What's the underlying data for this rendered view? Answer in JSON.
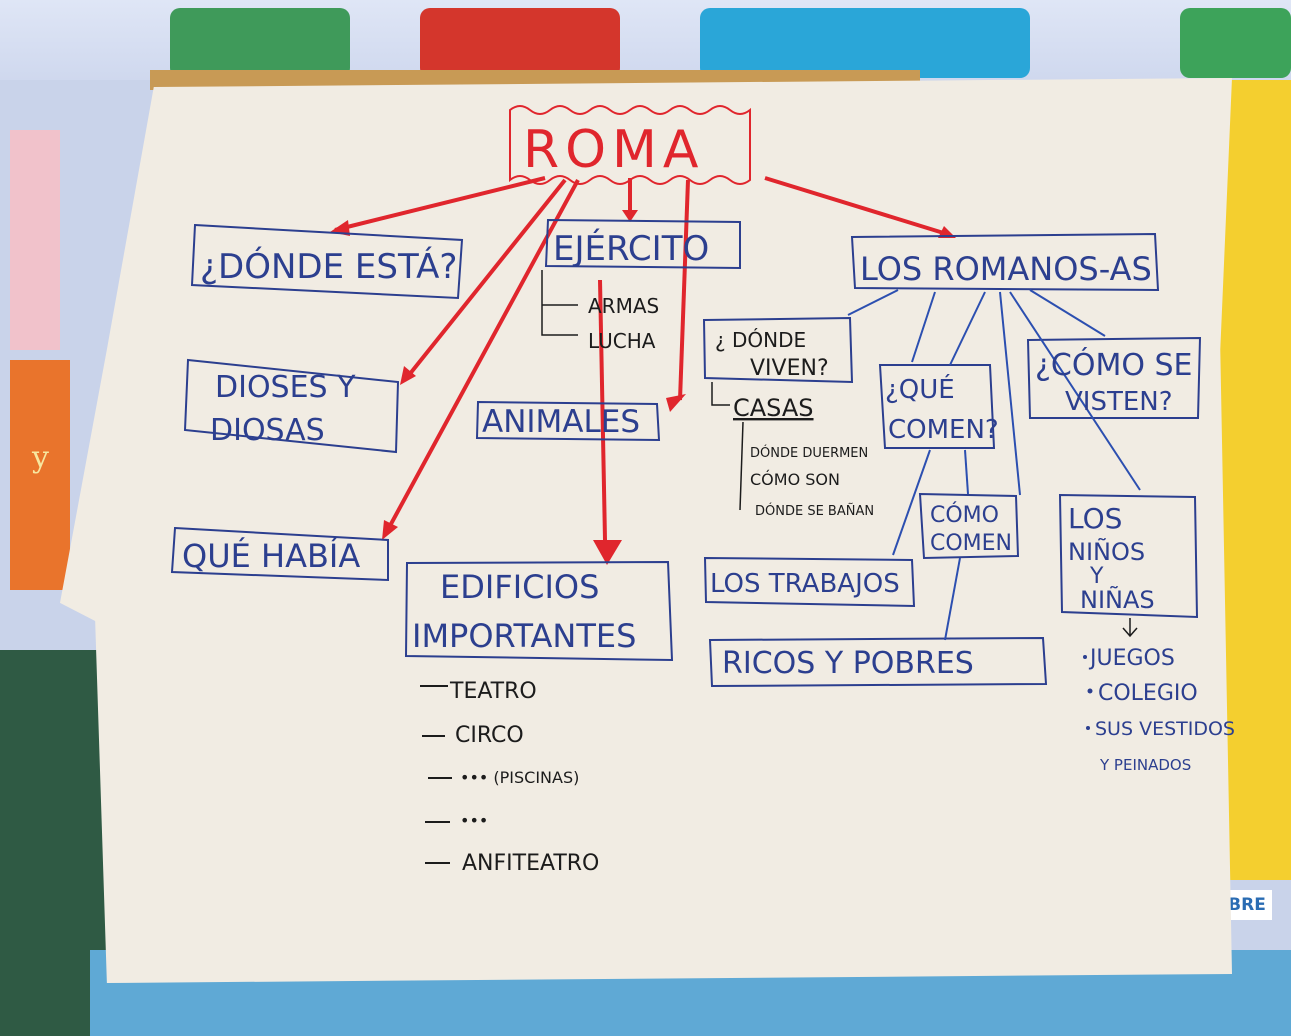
{
  "colors": {
    "paper": "#f1ece3",
    "ink_blue": "#2c3f8f",
    "arrow_red": "#e0262d",
    "ink_black": "#1c1c1c"
  },
  "title": "ROMA",
  "nodes": {
    "donde_esta": "¿DÓNDE ESTÁ?",
    "ejercito": "EJÉRCITO",
    "armas": "ARMAS",
    "lucha": "LUCHA",
    "dioses_line1": "DIOSES Y",
    "dioses_line2": "DIOSAS",
    "animales": "ANIMALES",
    "que_habia": "QUÉ HABÍA",
    "edificios_line1": "EDIFICIOS",
    "edificios_line2": "IMPORTANTES",
    "los_romanos": "LOS ROMANOS-AS",
    "donde_viven_line1": "¿ DÓNDE",
    "donde_viven_line2": "VIVEN?",
    "casas": "CASAS",
    "casas_items": [
      "DÓNDE DUERMEN",
      "CÓMO SON",
      "DÓNDE SE BAÑAN"
    ],
    "que_comen_line1": "¿QUÉ",
    "que_comen_line2": "COMEN?",
    "como_se_visten_line1": "¿CÓMO SE",
    "como_se_visten_line2": "VISTEN?",
    "como_comen_line1": "CÓMO",
    "como_comen_line2": "COMEN",
    "los_trabajos": "LOS TRABAJOS",
    "ricos_pobres": "RICOS Y POBRES",
    "ninos_line1": "LOS",
    "ninos_line2": "NIÑOS",
    "ninos_line3": "Y",
    "ninos_line4": "NIÑAS",
    "ninos_items": [
      "JUEGOS",
      "COLEGIO",
      "SUS VESTIDOS",
      "Y PEINADOS"
    ],
    "edificios_items": [
      "TEATRO",
      "CIRCO",
      "••• (PISCINAS)",
      "•••",
      "ANFITEATRO"
    ]
  },
  "background": {
    "left_house_letter": "y",
    "bottom_right_sign": "BRE"
  }
}
